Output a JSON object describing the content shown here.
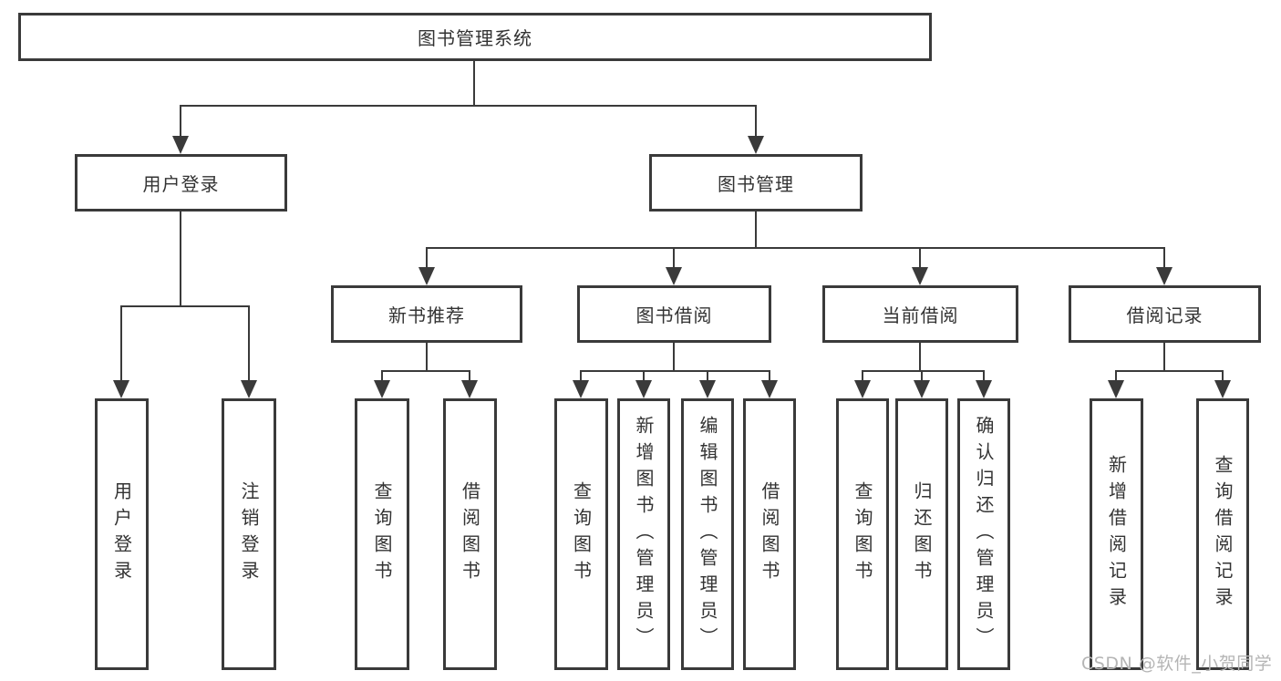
{
  "diagram": {
    "root": {
      "label": "图书管理系统"
    },
    "branches": [
      {
        "label": "用户登录",
        "children": [
          "用户登录",
          "注销登录"
        ]
      },
      {
        "label": "图书管理",
        "children": [
          {
            "label": "新书推荐",
            "children": [
              "查询图书",
              "借阅图书"
            ]
          },
          {
            "label": "图书借阅",
            "children": [
              "查询图书",
              "新增图书（管理员）",
              "编辑图书（管理员）",
              "借阅图书"
            ]
          },
          {
            "label": "当前借阅",
            "children": [
              "查询图书",
              "归还图书",
              "确认归还（管理员）"
            ]
          },
          {
            "label": "借阅记录",
            "children": [
              "新增借阅记录",
              "查询借阅记录"
            ]
          }
        ]
      }
    ]
  },
  "watermark": {
    "text": "CSDN @软件_小贺同学"
  },
  "colors": {
    "line": "#3a3a3a",
    "text": "#333333",
    "box_background": "#ffffff",
    "watermark": "#b5b5b5",
    "background": "#ffffff"
  }
}
